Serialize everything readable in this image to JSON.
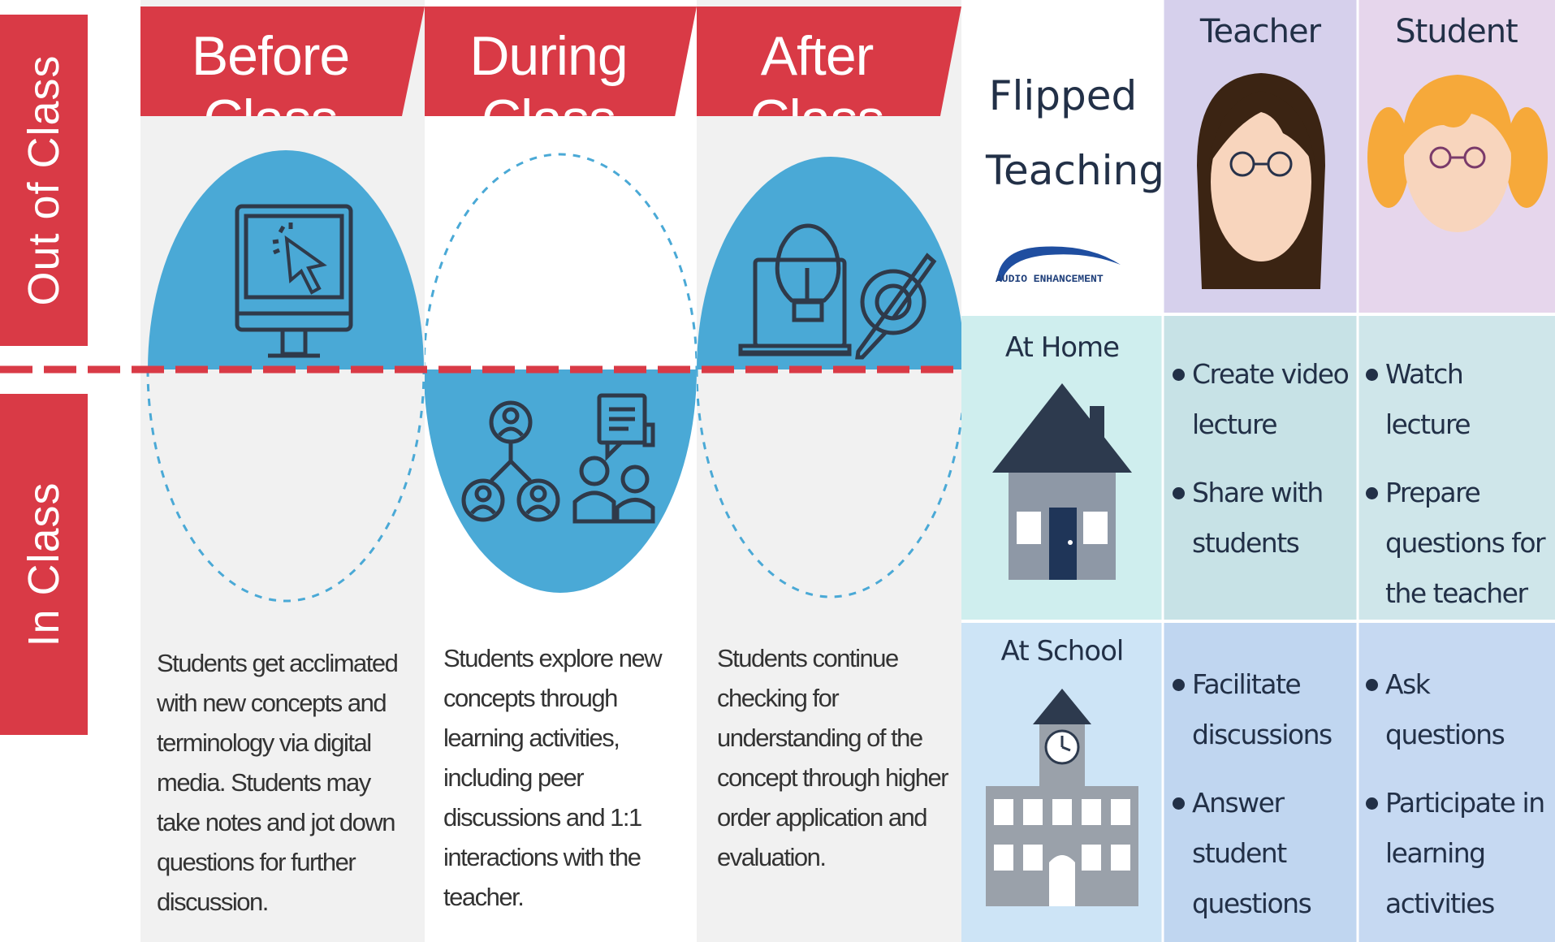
{
  "left_labels": {
    "out_of_class": "Out of Class",
    "in_class": "In Class"
  },
  "phases": [
    {
      "title": "Before Class",
      "icon": "computer-cursor-icon",
      "description": "Students get acclimated with new concepts and terminology via digital media. Students may take notes and jot down questions for further discussion."
    },
    {
      "title": "During Class",
      "icon": "group-discussion-icon",
      "description": "Students explore new concepts through learning activities, including peer discussions and 1:1 interactions with the teacher."
    },
    {
      "title": "After Class",
      "icon": "laptop-lightbulb-gear-icon",
      "description": "Students continue checking for understanding of the concept through higher order application and evaluation."
    }
  ],
  "matrix": {
    "title": "Flipped Teaching",
    "logo_text": "AUDIO ENHANCEMENT",
    "columns": {
      "teacher": "Teacher",
      "student": "Student"
    },
    "rows": [
      {
        "label": "At Home",
        "icon": "house-icon",
        "teacher": [
          "Create video lecture",
          "Share with students"
        ],
        "student": [
          "Watch lecture",
          "Prepare questions for the teacher"
        ]
      },
      {
        "label": "At School",
        "icon": "school-building-icon",
        "teacher": [
          "Facilitate discussions",
          "Answer student questions"
        ],
        "student": [
          "Ask questions",
          "Participate in learning activities"
        ]
      }
    ]
  },
  "colors": {
    "red": "#d93a46",
    "blue": "#4aa9d6",
    "gray": "#f1f1f1",
    "teacher_header": "#d6d0ec",
    "student_header": "#e6d6ec",
    "home_row": "#cfeaea",
    "school_row": "#c6ddf2"
  }
}
